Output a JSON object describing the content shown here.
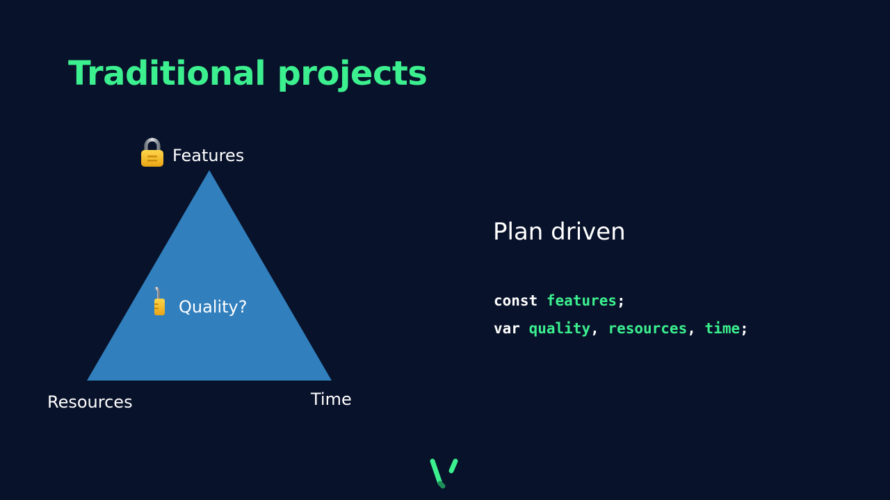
{
  "slide": {
    "title": "Traditional projects",
    "subtitle": "Plan driven",
    "colors": {
      "background": "#08122a",
      "accent": "#3cf08f",
      "triangle": "#317fbd",
      "text": "#ffffff"
    }
  },
  "triangle": {
    "top_label": "Features",
    "top_icon": "locked-padlock-icon",
    "center_label": "Quality?",
    "center_icon": "unlocked-padlock-icon",
    "left_label": "Resources",
    "right_label": "Time"
  },
  "code": {
    "line1": {
      "keyword": "const",
      "identifiers": [
        "features"
      ],
      "terminator": ";"
    },
    "line2": {
      "keyword": "var",
      "identifiers": [
        "quality",
        "resources",
        "time"
      ],
      "separator": ",",
      "terminator": ";"
    }
  },
  "footer": {
    "logo_icon": "brand-v-logo-icon"
  }
}
